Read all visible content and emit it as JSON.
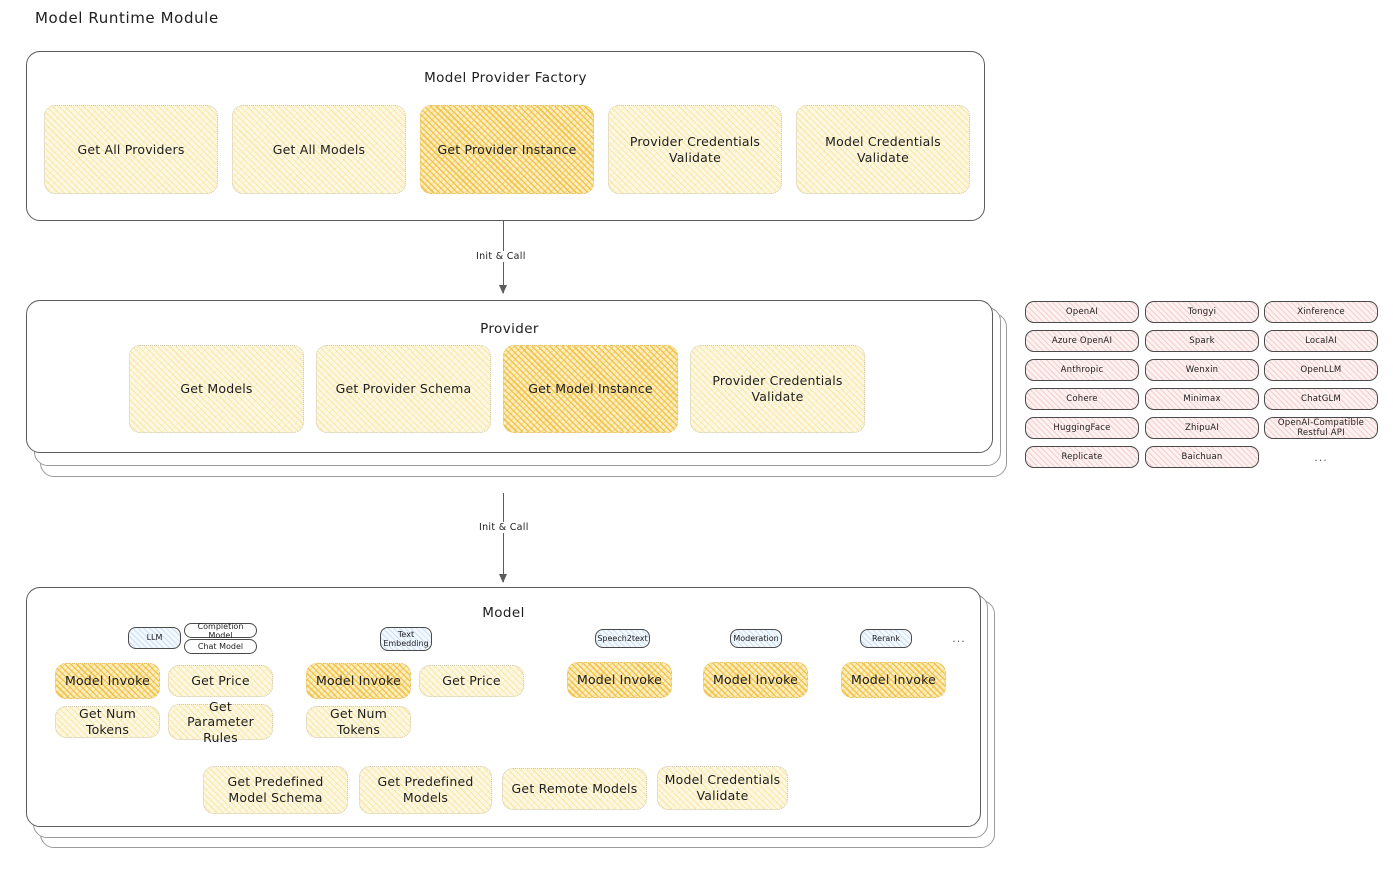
{
  "page": {
    "title": "Model Runtime Module"
  },
  "factory": {
    "title": "Model Provider Factory",
    "cards": [
      {
        "label": "Get All Providers",
        "highlighted": false
      },
      {
        "label": "Get All Models",
        "highlighted": false
      },
      {
        "label": "Get Provider Instance",
        "highlighted": true
      },
      {
        "label": "Provider Credentials Validate",
        "highlighted": false
      },
      {
        "label": "Model Credentials Validate",
        "highlighted": false
      }
    ]
  },
  "arrows": [
    {
      "label": "Init & Call"
    },
    {
      "label": "Init & Call"
    }
  ],
  "provider": {
    "title": "Provider",
    "cards": [
      {
        "label": "Get Models",
        "highlighted": false
      },
      {
        "label": "Get Provider Schema",
        "highlighted": false
      },
      {
        "label": "Get Model Instance",
        "highlighted": true
      },
      {
        "label": "Provider Credentials Validate",
        "highlighted": false
      }
    ]
  },
  "provider_list": {
    "columns": [
      {
        "items": [
          "OpenAI",
          "Azure OpenAI",
          "Anthropic",
          "Cohere",
          "HuggingFace",
          "Replicate"
        ]
      },
      {
        "items": [
          "Tongyi",
          "Spark",
          "Wenxin",
          "Minimax",
          "ZhipuAI",
          "Baichuan"
        ]
      },
      {
        "items": [
          "Xinference",
          "LocalAI",
          "OpenLLM",
          "ChatGLM",
          "OpenAI-Compatible Restful API"
        ]
      }
    ],
    "more": "..."
  },
  "model": {
    "title": "Model",
    "more": "...",
    "types": [
      {
        "name": "LLM",
        "subtypes": [
          "Completion Model",
          "Chat Model"
        ],
        "methods": [
          {
            "label": "Model Invoke",
            "highlighted": true
          },
          {
            "label": "Get Price",
            "highlighted": false
          },
          {
            "label": "Get Num Tokens",
            "highlighted": false
          },
          {
            "label": "Get Parameter Rules",
            "highlighted": false
          }
        ]
      },
      {
        "name": "Text Embedding",
        "subtypes": [],
        "methods": [
          {
            "label": "Model Invoke",
            "highlighted": true
          },
          {
            "label": "Get Price",
            "highlighted": false
          },
          {
            "label": "Get Num Tokens",
            "highlighted": false
          }
        ]
      },
      {
        "name": "Speech2text",
        "subtypes": [],
        "methods": [
          {
            "label": "Model Invoke",
            "highlighted": true
          }
        ]
      },
      {
        "name": "Moderation",
        "subtypes": [],
        "methods": [
          {
            "label": "Model Invoke",
            "highlighted": true
          }
        ]
      },
      {
        "name": "Rerank",
        "subtypes": [],
        "methods": [
          {
            "label": "Model Invoke",
            "highlighted": true
          }
        ]
      }
    ],
    "shared_methods": [
      {
        "label": "Get Predefined Model Schema"
      },
      {
        "label": "Get Predefined Models"
      },
      {
        "label": "Get Remote Models"
      },
      {
        "label": "Model Credentials Validate"
      }
    ]
  },
  "colors": {
    "card_fill": "#fdf8e3",
    "card_highlight_fill": "#fbeec2",
    "provider_chip_fill": "#fdf1f1",
    "model_chip_fill": "#f2f8fd",
    "panel_border": "#5c5c5c",
    "text": "#1e1e1e"
  }
}
